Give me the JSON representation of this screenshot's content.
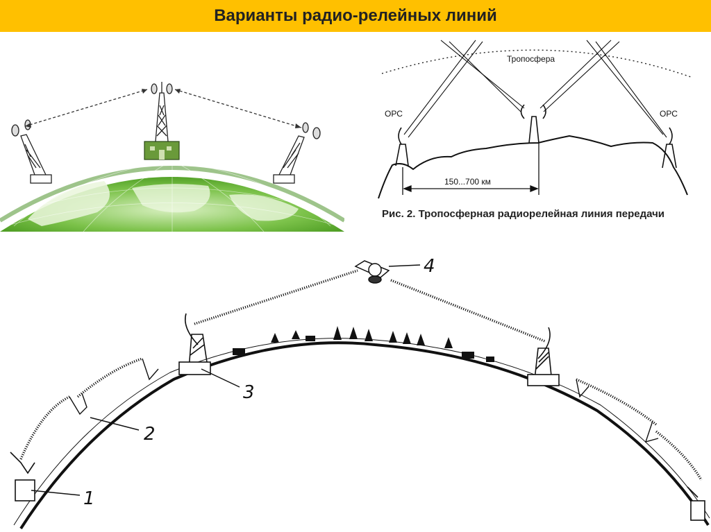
{
  "header": {
    "title": "Варианты радио-релейных линий"
  },
  "tropo_figure": {
    "troposphere_label": "Тропосфера",
    "station_left": "ОРС",
    "station_right": "ОРС",
    "distance": "150...700 км",
    "caption": "Рис. 2. Тропосферная радиорелейная линия передачи"
  },
  "satellite_figure": {
    "labels": [
      "1",
      "2",
      "3",
      "4"
    ]
  },
  "colors": {
    "header_bg": "#ffc000",
    "earth_green": "#5aaa2a",
    "earth_land": "#9ed46a",
    "line": "#111111"
  }
}
